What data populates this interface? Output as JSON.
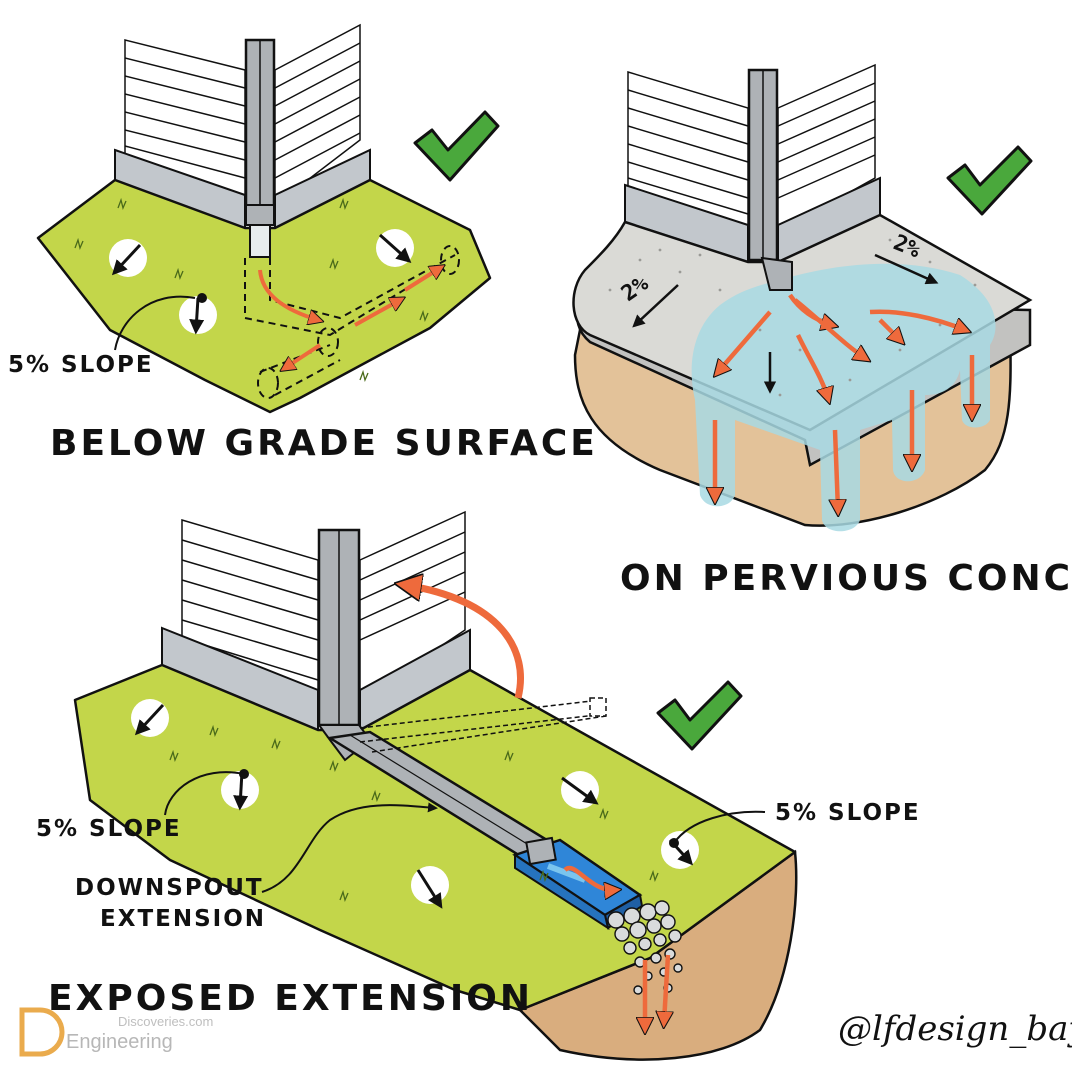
{
  "panels": {
    "below_grade": {
      "title": "BELOW GRADE SURFACE",
      "slope_label": "5% SLOPE"
    },
    "pervious": {
      "title": "ON PERVIOUS CONCRETE",
      "slope_left": "2%",
      "slope_right": "2%"
    },
    "exposed": {
      "title": "EXPOSED EXTENSION",
      "slope_left": "5% SLOPE",
      "slope_right": "5% SLOPE",
      "extension_label_line1": "DOWNSPOUT",
      "extension_label_line2": "EXTENSION"
    }
  },
  "signature": "@lfdesign_bayarea",
  "watermark": {
    "line1": "Discoveries.com",
    "line2": "Engineering"
  },
  "colors": {
    "grass": "#c3d64a",
    "wall": "#c2c7cc",
    "concrete": "#dadad6",
    "soil": "#e3c299",
    "water": "#a8d9e3",
    "arrow": "#ee6a3c",
    "check": "#4aa83c",
    "pipe": "#aeb2b6",
    "extension": "#2f86d8"
  },
  "icons": [
    "check-icon",
    "flow-arrow-icon",
    "slope-arrow-icon",
    "gravel-icon"
  ]
}
